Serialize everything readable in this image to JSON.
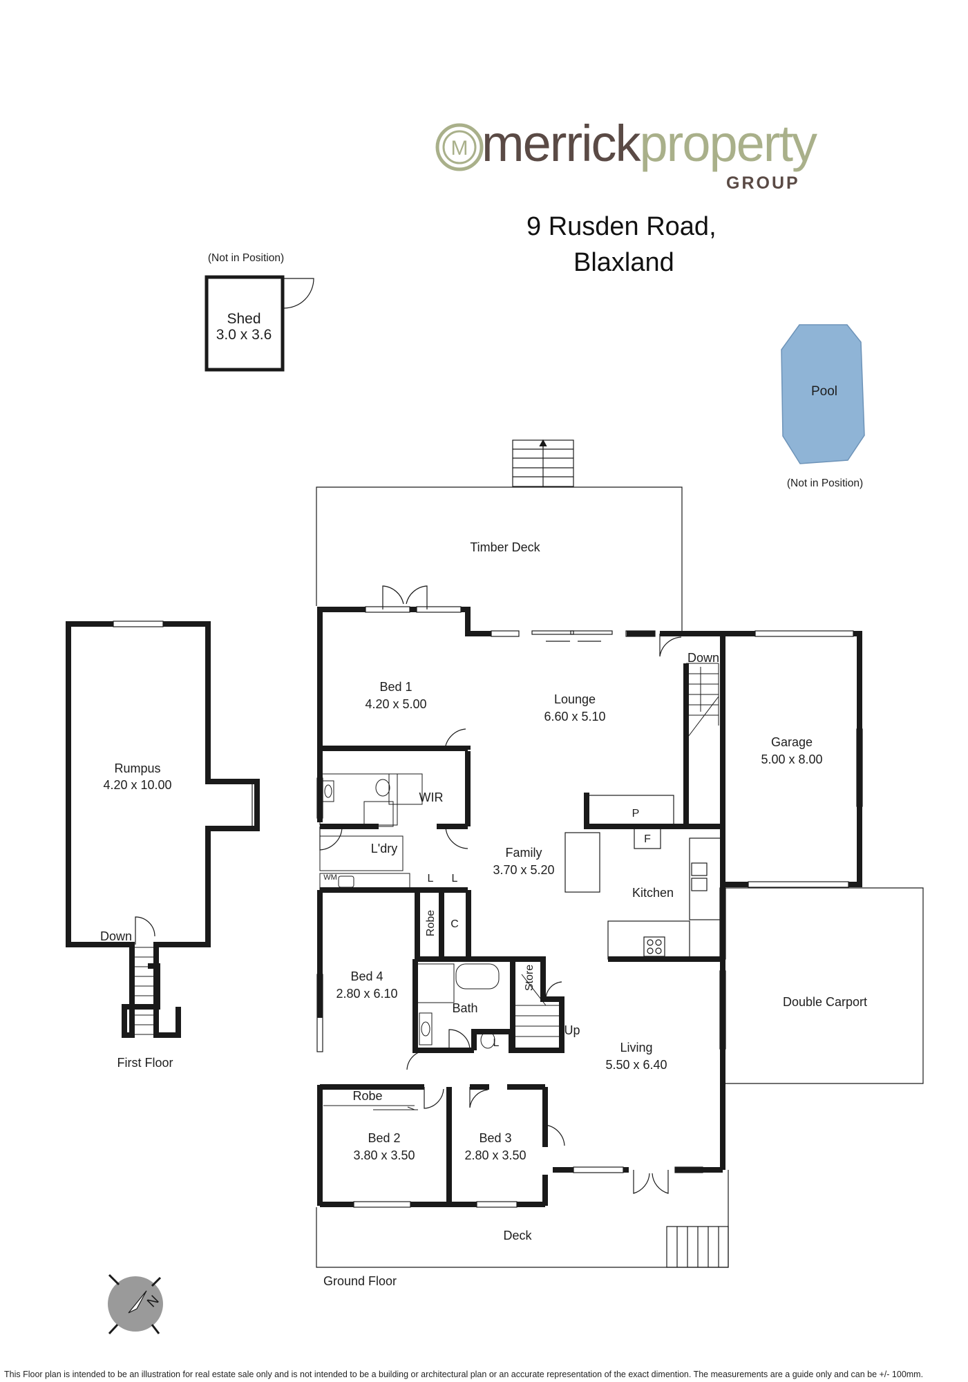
{
  "brand": {
    "name_part1": "merrick",
    "name_part2": "property",
    "group": "GROUP",
    "mark_letter": "M"
  },
  "address": {
    "line1": "9 Rusden Road,",
    "line2": "Blaxland"
  },
  "floors": {
    "ground": "Ground Floor",
    "first": "First Floor"
  },
  "notes": {
    "shed_position": "(Not in Position)",
    "pool_position": "(Not in Position)"
  },
  "rooms": {
    "shed": {
      "name": "Shed",
      "dims": "3.0 x 3.6"
    },
    "pool": {
      "name": "Pool"
    },
    "timber_deck": {
      "name": "Timber Deck"
    },
    "rumpus": {
      "name": "Rumpus",
      "dims": "4.20 x 10.00"
    },
    "bed1": {
      "name": "Bed 1",
      "dims": "4.20 x 5.00"
    },
    "lounge": {
      "name": "Lounge",
      "dims": "6.60 x 5.10"
    },
    "garage": {
      "name": "Garage",
      "dims": "5.00 x 8.00"
    },
    "wir": {
      "name": "WIR"
    },
    "laundry": {
      "name": "L'dry"
    },
    "wm": {
      "name": "WM"
    },
    "linen1": {
      "name": "L"
    },
    "linen2": {
      "name": "L"
    },
    "linen3": {
      "name": "L"
    },
    "pantry": {
      "name": "P"
    },
    "fridge": {
      "name": "F"
    },
    "family": {
      "name": "Family",
      "dims": "3.70 x 5.20"
    },
    "kitchen": {
      "name": "Kitchen"
    },
    "robe_bed4": {
      "name": "Robe"
    },
    "cupboard": {
      "name": "C"
    },
    "bed4": {
      "name": "Bed 4",
      "dims": "2.80 x 6.10"
    },
    "bath": {
      "name": "Bath"
    },
    "store": {
      "name": "Store"
    },
    "double_carport": {
      "name": "Double Carport"
    },
    "living": {
      "name": "Living",
      "dims": "5.50 x 6.40"
    },
    "robe_bed2": {
      "name": "Robe"
    },
    "bed2": {
      "name": "Bed 2",
      "dims": "3.80 x 3.50"
    },
    "bed3": {
      "name": "Bed 3",
      "dims": "2.80 x 3.50"
    },
    "deck": {
      "name": "Deck"
    }
  },
  "stairs": {
    "down_garage": "Down",
    "down_rumpus": "Down",
    "up_living": "Up"
  },
  "compass": {
    "north_letter": "N"
  },
  "colors": {
    "wall": "#1a1a1a",
    "pool_fill": "#8fb4d6",
    "logo_dark": "#5a4a45",
    "logo_green": "#a9b08a"
  },
  "disclaimer": "This Floor plan is intended to be an illustration for real estate sale only and is not intended to be a building or architectural plan or an accurate representation of the exact dimention. The measurements are a guide only and can be +/- 100mm."
}
